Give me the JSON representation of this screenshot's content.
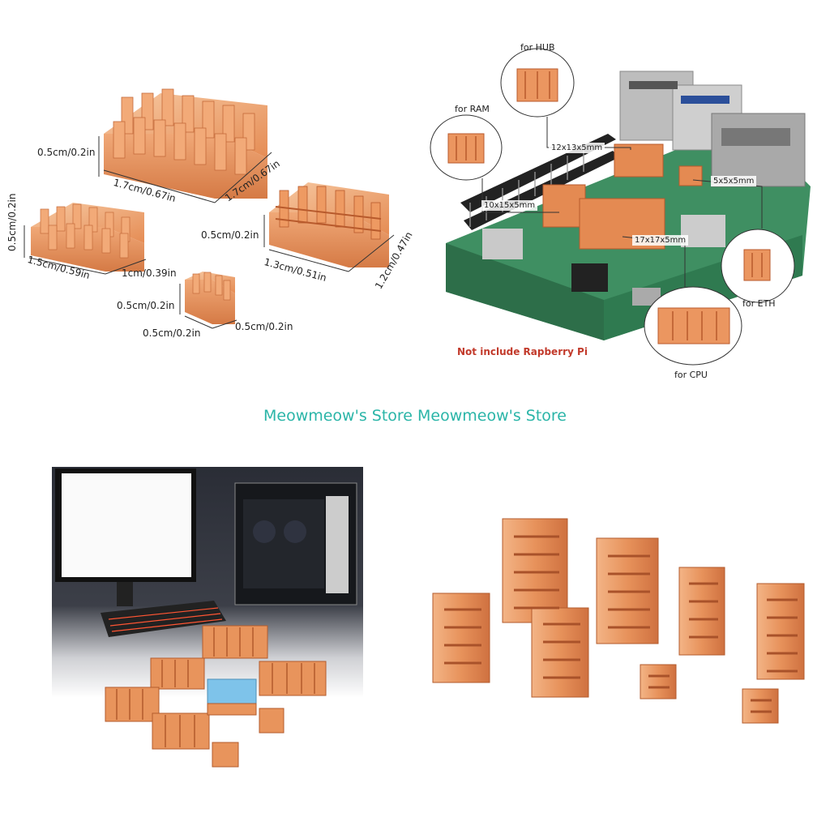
{
  "colors": {
    "copper": "#e8945c",
    "copper_dark": "#c06436",
    "copper_light": "#f6bf94",
    "board": "#3f8f62",
    "store_text": "#2bb5a8",
    "notice_text": "#c23a2b",
    "thermal_pad": "#7ec3ea"
  },
  "dimensions_panel": {
    "large_height": "0.5cm/0.2in",
    "large_length": "1.7cm/0.67in",
    "large_width": "1.7cm/0.67in",
    "medium_height": "0.5cm/0.2in",
    "medium_length": "1.5cm/0.59in",
    "medium_width": "1cm/0.39in",
    "cpu_height": "0.5cm/0.2in",
    "cpu_length": "1.3cm/0.51in",
    "cpu_width": "1.2cm/0.47in",
    "small_height": "0.5cm/0.2in",
    "small_length": "0.5cm/0.2in",
    "small_width": "0.5cm/0.2in"
  },
  "raspberry_panel": {
    "label_hub": "for HUB",
    "label_ram": "for RAM",
    "label_eth": "for ETH",
    "label_cpu": "for CPU",
    "size_hub": "12x13x5mm",
    "size_ram": "10x15x5mm",
    "size_eth": "5x5x5mm",
    "size_cpu": "17x17x5mm",
    "notice": "Not include Rapberry Pi"
  },
  "store_banner": "Meowmeow's Store Meowmeow's Store"
}
